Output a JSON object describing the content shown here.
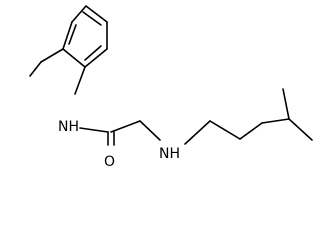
{
  "molecule": {
    "atoms": {
      "amide_nh": "NH",
      "amine_nh": "NH",
      "carbonyl_o": "O"
    },
    "colors": {
      "bond": "#000000",
      "text": "#000000",
      "background": "#ffffff"
    }
  }
}
